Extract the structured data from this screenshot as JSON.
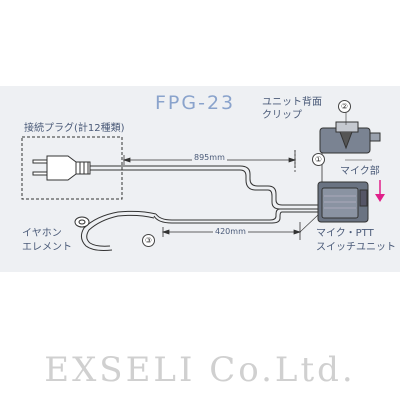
{
  "diagram": {
    "model": "FPG-23",
    "labels": {
      "plug": "接続プラグ(計12種類)",
      "clip_line1": "ユニット背面",
      "clip_line2": "クリップ",
      "mic": "マイク部",
      "earphone_line1": "イヤホン",
      "earphone_line2": "エレメント",
      "ptt_line1": "マイク・PTT",
      "ptt_line2": "スイッチユニット"
    },
    "dimensions": {
      "cable_plug": "895mm",
      "cable_earphone": "420mm"
    },
    "markers": {
      "one": "①",
      "two": "②",
      "three": "③"
    }
  },
  "brand": "EXSELI Co.Ltd."
}
